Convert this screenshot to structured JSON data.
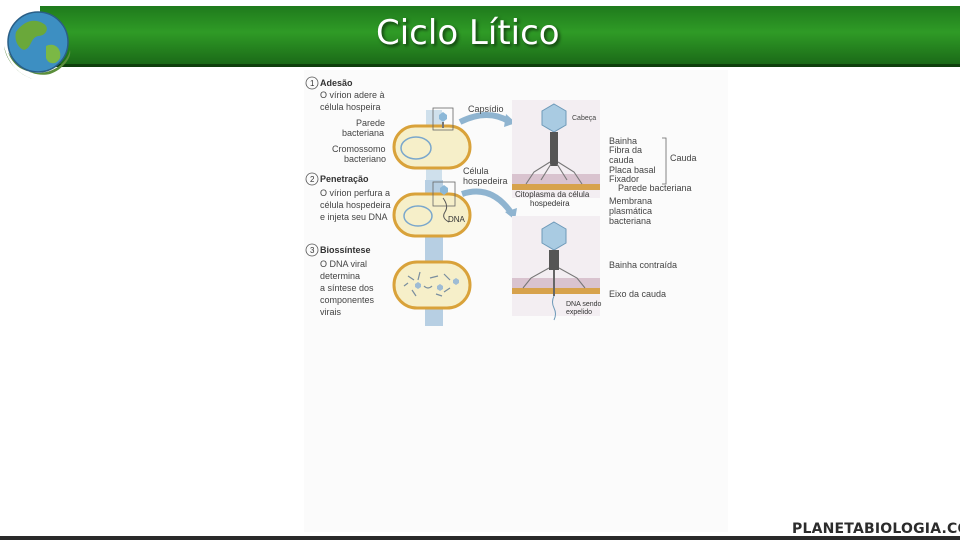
{
  "slide": {
    "title": "Ciclo Lítico",
    "brand": "PLANETABIOLOGIA.COM"
  },
  "colors": {
    "title_bar": "#2f9b26",
    "cell_fill": "#f6efc9",
    "cell_border": "#d9a23a",
    "virus": "#7fb3d8",
    "arrow": "#8fb4d0"
  },
  "diagram": {
    "steps": [
      {
        "number": "1",
        "title": "Adesão",
        "lines": [
          "O vírion adere à",
          "célula hospeira"
        ]
      },
      {
        "number": "2",
        "title": "Penetração",
        "lines": [
          "O vírion perfura a",
          "célula hospedeira",
          "e injeta seu DNA"
        ]
      },
      {
        "number": "3",
        "title": "Biossíntese",
        "lines": [
          "O DNA viral",
          "determina",
          "a síntese dos",
          "componentes",
          "virais"
        ]
      }
    ],
    "labels": {
      "parede": [
        "Parede",
        "bacteriana"
      ],
      "cromossomo": [
        "Cromossomo",
        "bacteriano"
      ],
      "capsideo": "Capsídio",
      "celula": [
        "Célula",
        "hospedeira"
      ],
      "dna": "DNA",
      "cabeca": "Cabeça",
      "bainha": "Bainha",
      "fibra": [
        "Fibra da",
        "cauda"
      ],
      "placa": "Placa basal",
      "fixador": "Fixador",
      "cauda": "Cauda",
      "parede_bact": "Parede bacteriana",
      "citoplasma": [
        "Citoplasma da célula",
        "hospedeira"
      ],
      "membrana": [
        "Membrana",
        "plasmática",
        "bacteriana"
      ],
      "bainha_contraida": "Bainha contraída",
      "eixo": "Eixo da cauda",
      "dna_sendo": [
        "DNA sendo",
        "expelido"
      ]
    }
  }
}
